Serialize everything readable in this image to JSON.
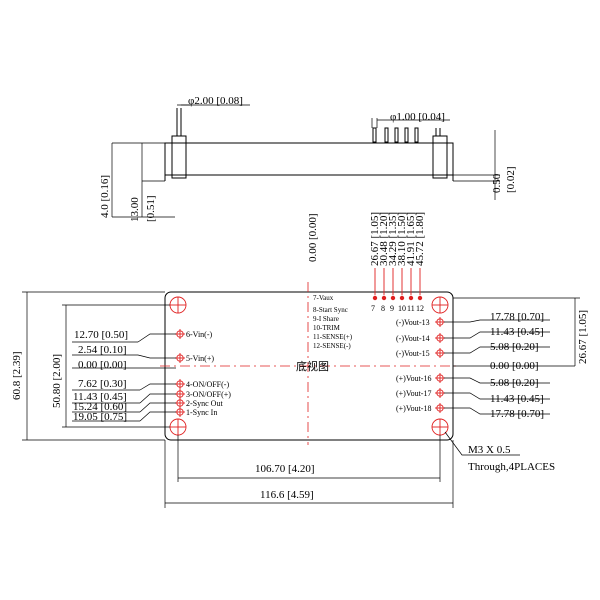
{
  "side_view": {
    "pin_dia": "φ2.00 [0.08]",
    "small_pin_dia": "φ1.00 [0.04]",
    "height_total": "4.0 [0.16]",
    "height_body": "13.00",
    "height_body_in": "[0.51]",
    "standoff": "0.50",
    "standoff_in": "[0.02]"
  },
  "top_dims": [
    "0.00 [0.00]",
    "26.67 [1.05]",
    "30.48 [1.20]",
    "34.29 [1.35]",
    "38.10 [1.50]",
    "41.91 [1.65]",
    "45.72 [1.80]"
  ],
  "top_pin_numbers": [
    "7",
    "8",
    "9",
    "10",
    "11",
    "12"
  ],
  "mid_pin_labels": [
    "7-Vaux",
    "8-Start Sync",
    "9-I Share",
    "10-TRIM",
    "11-SENSE(+)",
    "12-SENSE(-)"
  ],
  "center_label": "底视图",
  "left_pins": [
    {
      "label": "6-Vin(-)",
      "dim": "12.70 [0.50]"
    },
    {
      "label": "5-Vin(+)",
      "dim": "2.54 [0.10]"
    },
    {
      "label": "",
      "dim": "0.00 [0.00]"
    },
    {
      "label": "4-ON/OFF(-)",
      "dim": "7.62 [0.30]"
    },
    {
      "label": "3-ON/OFF(+)",
      "dim": "11.43 [0.45]"
    },
    {
      "label": "2-Sync Out",
      "dim": "15.24 [0.60]"
    },
    {
      "label": "1-Sync In",
      "dim": "19.05 [0.75]"
    }
  ],
  "right_pins": [
    {
      "label": "(-)Vout-13",
      "dim": "17.78 [0.70]"
    },
    {
      "label": "(-)Vout-14",
      "dim": "11.43 [0.45]"
    },
    {
      "label": "(-)Vout-15",
      "dim": "5.08 [0.20]"
    },
    {
      "label": "",
      "dim": "0.00 [0.00]"
    },
    {
      "label": "(+)Vout-16",
      "dim": "5.08 [0.20]"
    },
    {
      "label": "(+)Vout-17",
      "dim": "11.43 [0.45]"
    },
    {
      "label": "(+)Vout-18",
      "dim": "17.78 [0.70]"
    }
  ],
  "right_vertical_dim": "26.67 [1.05]",
  "left_outer_height": "60.8 [2.39]",
  "left_inner_height": "50.80 [2.00]",
  "width_holes": "106.70 [4.20]",
  "width_total": "116.6 [4.59]",
  "mount_note_line1": "M3 X 0.5",
  "mount_note_line2": "Through,4PLACES"
}
